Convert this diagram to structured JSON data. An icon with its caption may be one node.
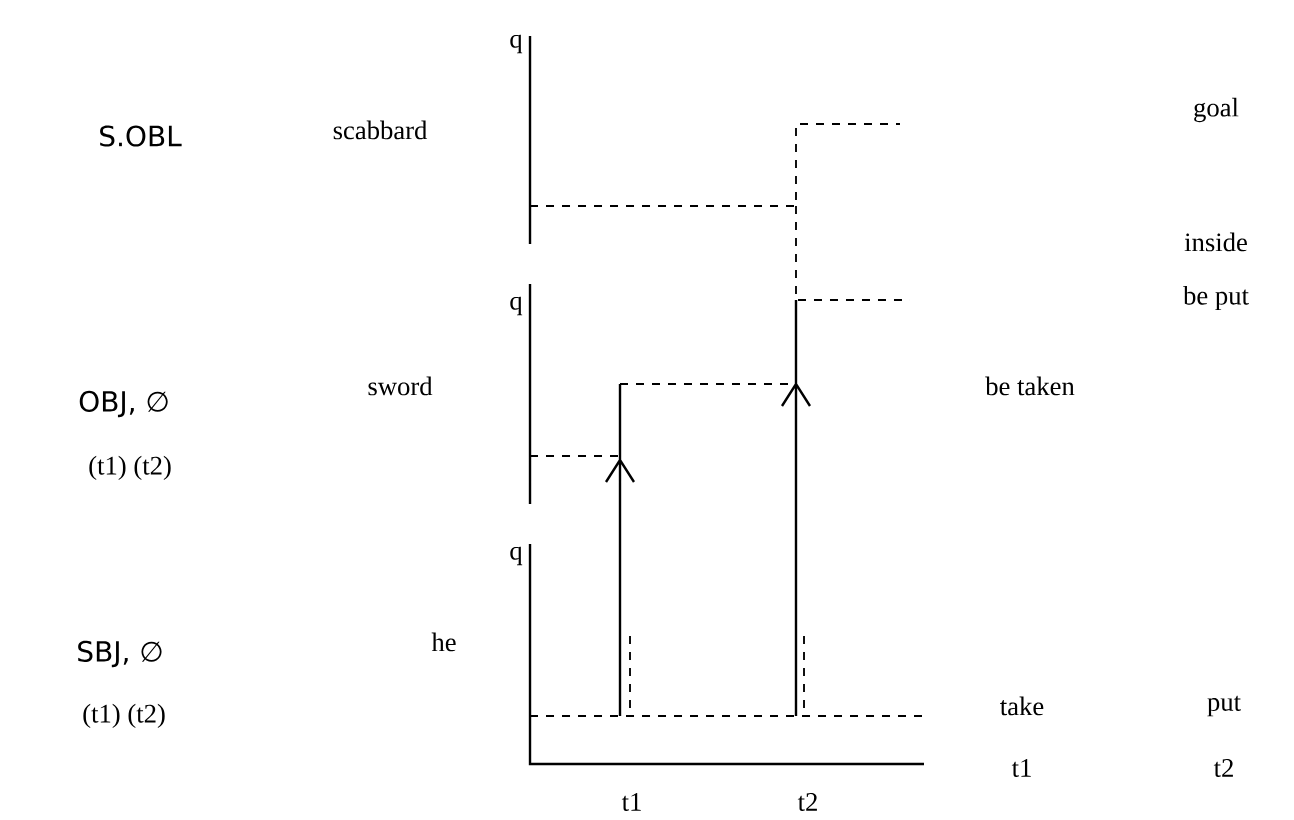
{
  "diagram": {
    "labels": [
      "q",
      "S.OBL",
      "scabbard",
      "goal",
      "inside",
      "q",
      "be put",
      "OBJ, ∅",
      "sword",
      "be taken",
      "(t1) (t2)",
      "q",
      "SBJ, ∅",
      "he",
      "(t1) (t2)",
      "take",
      "put",
      "t1",
      "t2",
      "t1",
      "t2"
    ]
  }
}
